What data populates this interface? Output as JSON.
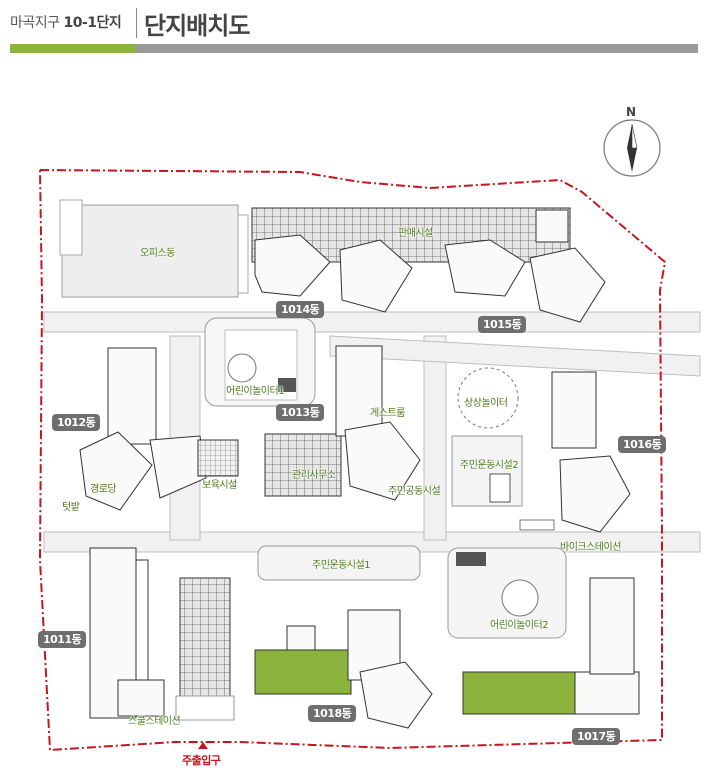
{
  "header": {
    "subtitle_pre": "마곡지구",
    "subtitle_bold": "10-1단지",
    "title": "단지배치도"
  },
  "compass": {
    "label": "N"
  },
  "buildings": [
    {
      "name": "1014동"
    },
    {
      "name": "1015동"
    },
    {
      "name": "1013동"
    },
    {
      "name": "1012동"
    },
    {
      "name": "1016동"
    },
    {
      "name": "1011동"
    },
    {
      "name": "1018동"
    },
    {
      "name": "1017동"
    }
  ],
  "facilities": [
    {
      "name": "오피스동"
    },
    {
      "name": "판매시설"
    },
    {
      "name": "어린이놀이터1"
    },
    {
      "name": "게스트룸"
    },
    {
      "name": "상상놀이터"
    },
    {
      "name": "주민운동시설2"
    },
    {
      "name": "경로당"
    },
    {
      "name": "보육시설"
    },
    {
      "name": "텃밭"
    },
    {
      "name": "관리사무소"
    },
    {
      "name": "주민공동시설"
    },
    {
      "name": "바이크스테이션"
    },
    {
      "name": "주민운동시설1"
    },
    {
      "name": "어린이놀이터2"
    },
    {
      "name": "스쿨스테이션"
    }
  ],
  "entrance": {
    "label": "주출입구"
  },
  "colors": {
    "accent_green": "#8cb33c",
    "header_gray": "#9a9a9a",
    "boundary_red": "#c4161c",
    "label_green": "#4d7a1e",
    "tag_gray": "#6e6e6e"
  }
}
